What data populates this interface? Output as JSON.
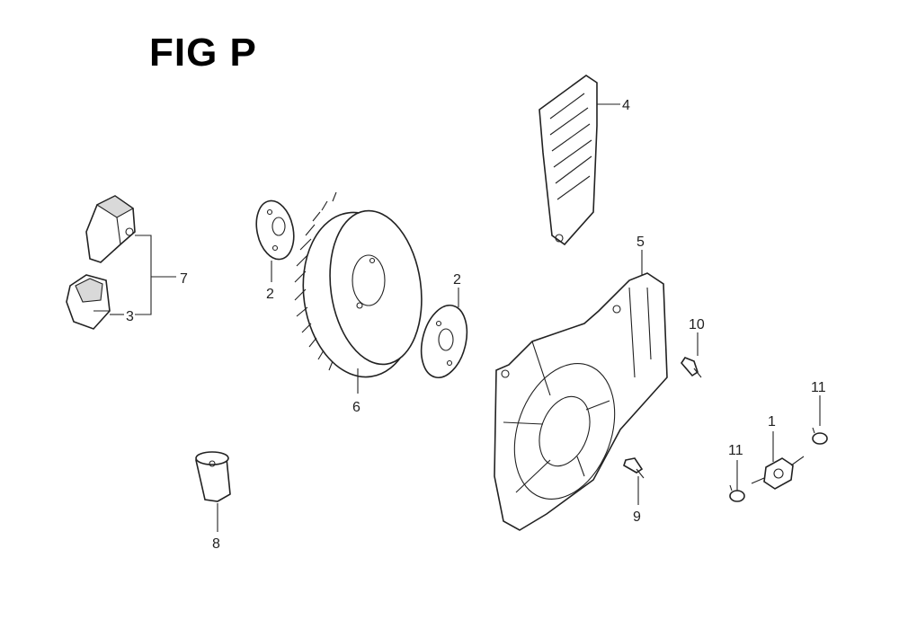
{
  "title": "FIG P",
  "callouts": {
    "c1": "1",
    "c2a": "2",
    "c2b": "2",
    "c3": "3",
    "c4": "4",
    "c5": "5",
    "c6": "6",
    "c7": "7",
    "c8": "8",
    "c9": "9",
    "c10": "10",
    "c11a": "11",
    "c11b": "11"
  }
}
